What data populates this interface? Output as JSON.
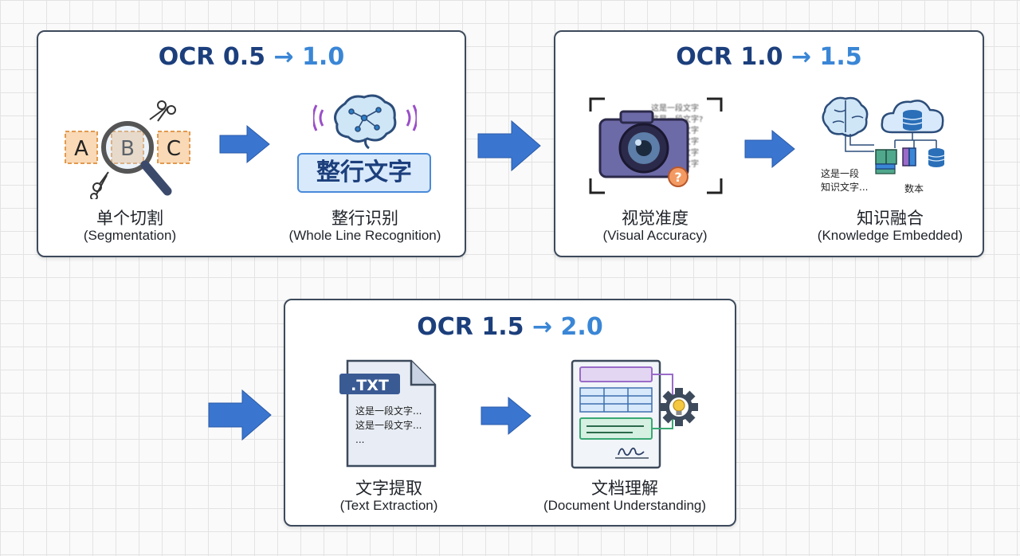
{
  "panels": [
    {
      "title_from": "OCR 0.5",
      "title_to": "1.0",
      "steps": [
        {
          "zh": "单个切割",
          "en": "(Segmentation)",
          "letters": [
            "A",
            "B",
            "C"
          ]
        },
        {
          "zh": "整行识别",
          "en": "(Whole Line Recognition)",
          "card_text": "整行文字"
        }
      ]
    },
    {
      "title_from": "OCR 1.0",
      "title_to": "1.5",
      "steps": [
        {
          "zh": "视觉准度",
          "en": "(Visual Accuracy)",
          "blur_lines": [
            "这是一段文字",
            "这是一段文字?",
            "这是一段文字",
            "这是一段文字",
            "这是一段文字",
            "这是一段文字"
          ]
        },
        {
          "zh": "知识融合",
          "en": "(Knowledge Embedded)",
          "text_lines": [
            "这是一段",
            "知识文字..."
          ],
          "data_label": "数本"
        }
      ]
    },
    {
      "title_from": "OCR 1.5",
      "title_to": "2.0",
      "steps": [
        {
          "zh": "文字提取",
          "en": "(Text Extraction)",
          "file_tag": ".TXT",
          "file_lines": [
            "这是一段文字...",
            "这是一段文字...",
            "..."
          ]
        },
        {
          "zh": "文档理解",
          "en": "(Document Understanding)"
        }
      ]
    }
  ],
  "arrow_symbol": "→",
  "colors": {
    "arrow": "#3a76d0",
    "title": "#1c3f7c",
    "accent": "#3a86d6",
    "panel_border": "#3d4a5c"
  }
}
